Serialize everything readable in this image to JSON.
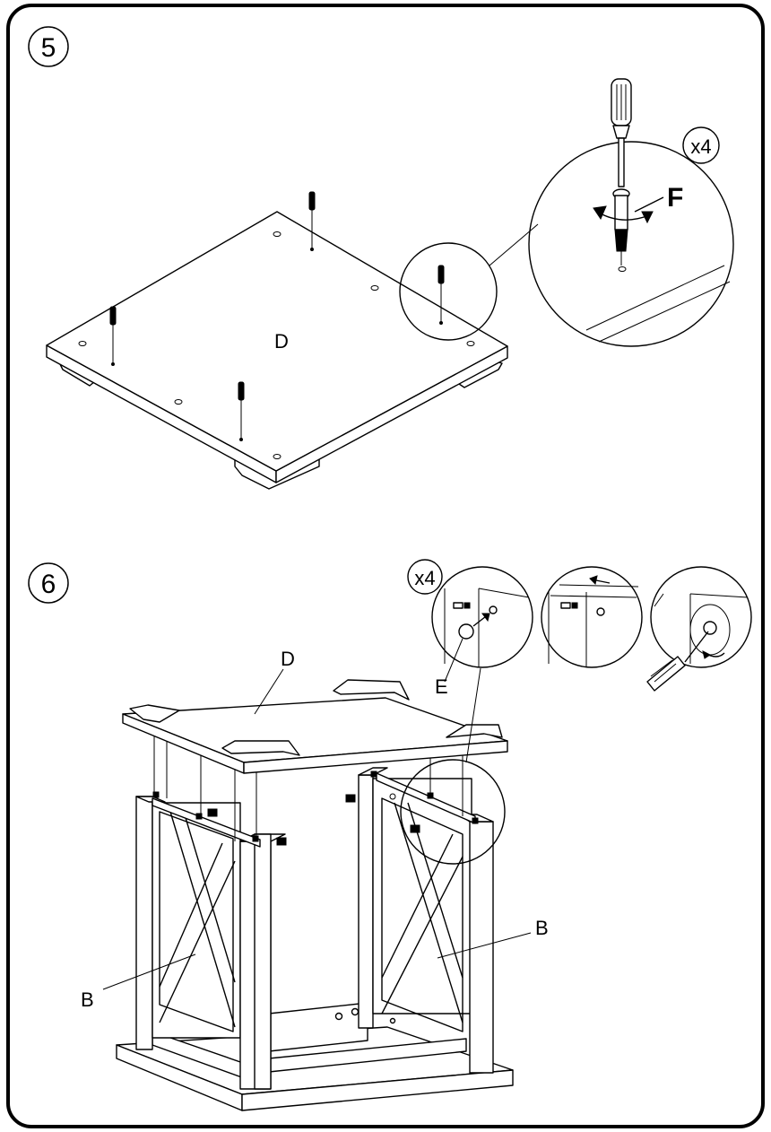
{
  "steps": [
    {
      "number": "5",
      "part_label": "D",
      "detail_multiplier": "x4",
      "hardware_label": "F"
    },
    {
      "number": "6",
      "top_label": "D",
      "detail_multiplier": "x4",
      "hardware_label": "E",
      "side_label_left": "B",
      "side_label_right": "B"
    }
  ]
}
